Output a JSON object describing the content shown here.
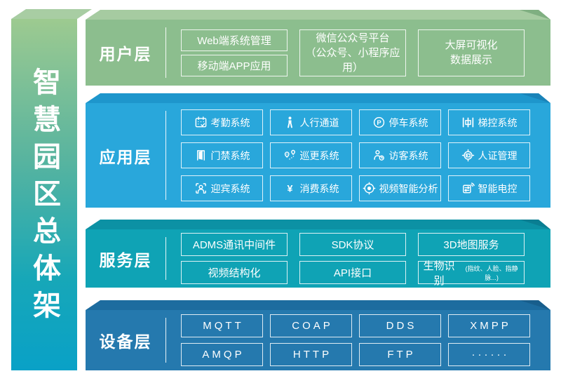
{
  "sidebar_title": "智慧园区总体架",
  "user_layer": {
    "label": "用户层",
    "box_web": "Web端系统管理",
    "box_app": "移动端APP应用",
    "box_wechat_line1": "微信公众号平台",
    "box_wechat_line2": "（公众号、小程序应用）",
    "box_screen_line1": "大屏可视化",
    "box_screen_line2": "数据展示"
  },
  "app_layer": {
    "label": "应用层",
    "items": [
      {
        "icon": "attendance-icon",
        "label": "考勤系统"
      },
      {
        "icon": "pedestrian-icon",
        "label": "人行通道"
      },
      {
        "icon": "parking-icon",
        "label": "停车系统"
      },
      {
        "icon": "elevator-icon",
        "label": "梯控系统"
      },
      {
        "icon": "door-icon",
        "label": "门禁系统"
      },
      {
        "icon": "patrol-icon",
        "label": "巡更系统"
      },
      {
        "icon": "visitor-icon",
        "label": "访客系统"
      },
      {
        "icon": "id-card-icon",
        "label": "人证管理"
      },
      {
        "icon": "welcome-face-icon",
        "label": "迎宾系统"
      },
      {
        "icon": "yuan-icon",
        "label": "消费系统"
      },
      {
        "icon": "video-lens-icon",
        "label": "视频智能分析"
      },
      {
        "icon": "smart-power-icon",
        "label": "智能电控"
      }
    ]
  },
  "service_layer": {
    "label": "服务层",
    "items": [
      "ADMS通讯中间件",
      "SDK协议",
      "3D地图服务",
      "视频结构化",
      "API接口"
    ],
    "bio_main": "生物识别",
    "bio_note": "(指纹、人脸、指静脉...)"
  },
  "device_layer": {
    "label": "设备层",
    "items": [
      "MQTT",
      "COAP",
      "DDS",
      "XMPP",
      "AMQP",
      "HTTP",
      "FTP",
      "······"
    ]
  },
  "colors": {
    "user_layer": "#8cbe8e",
    "app_layer": "#29a7db",
    "service_layer": "#0fa3b5",
    "device_layer": "#2579ae",
    "pillar_top": "#9dca90",
    "pillar_bottom": "#09a1c7",
    "text": "#ffffff"
  }
}
